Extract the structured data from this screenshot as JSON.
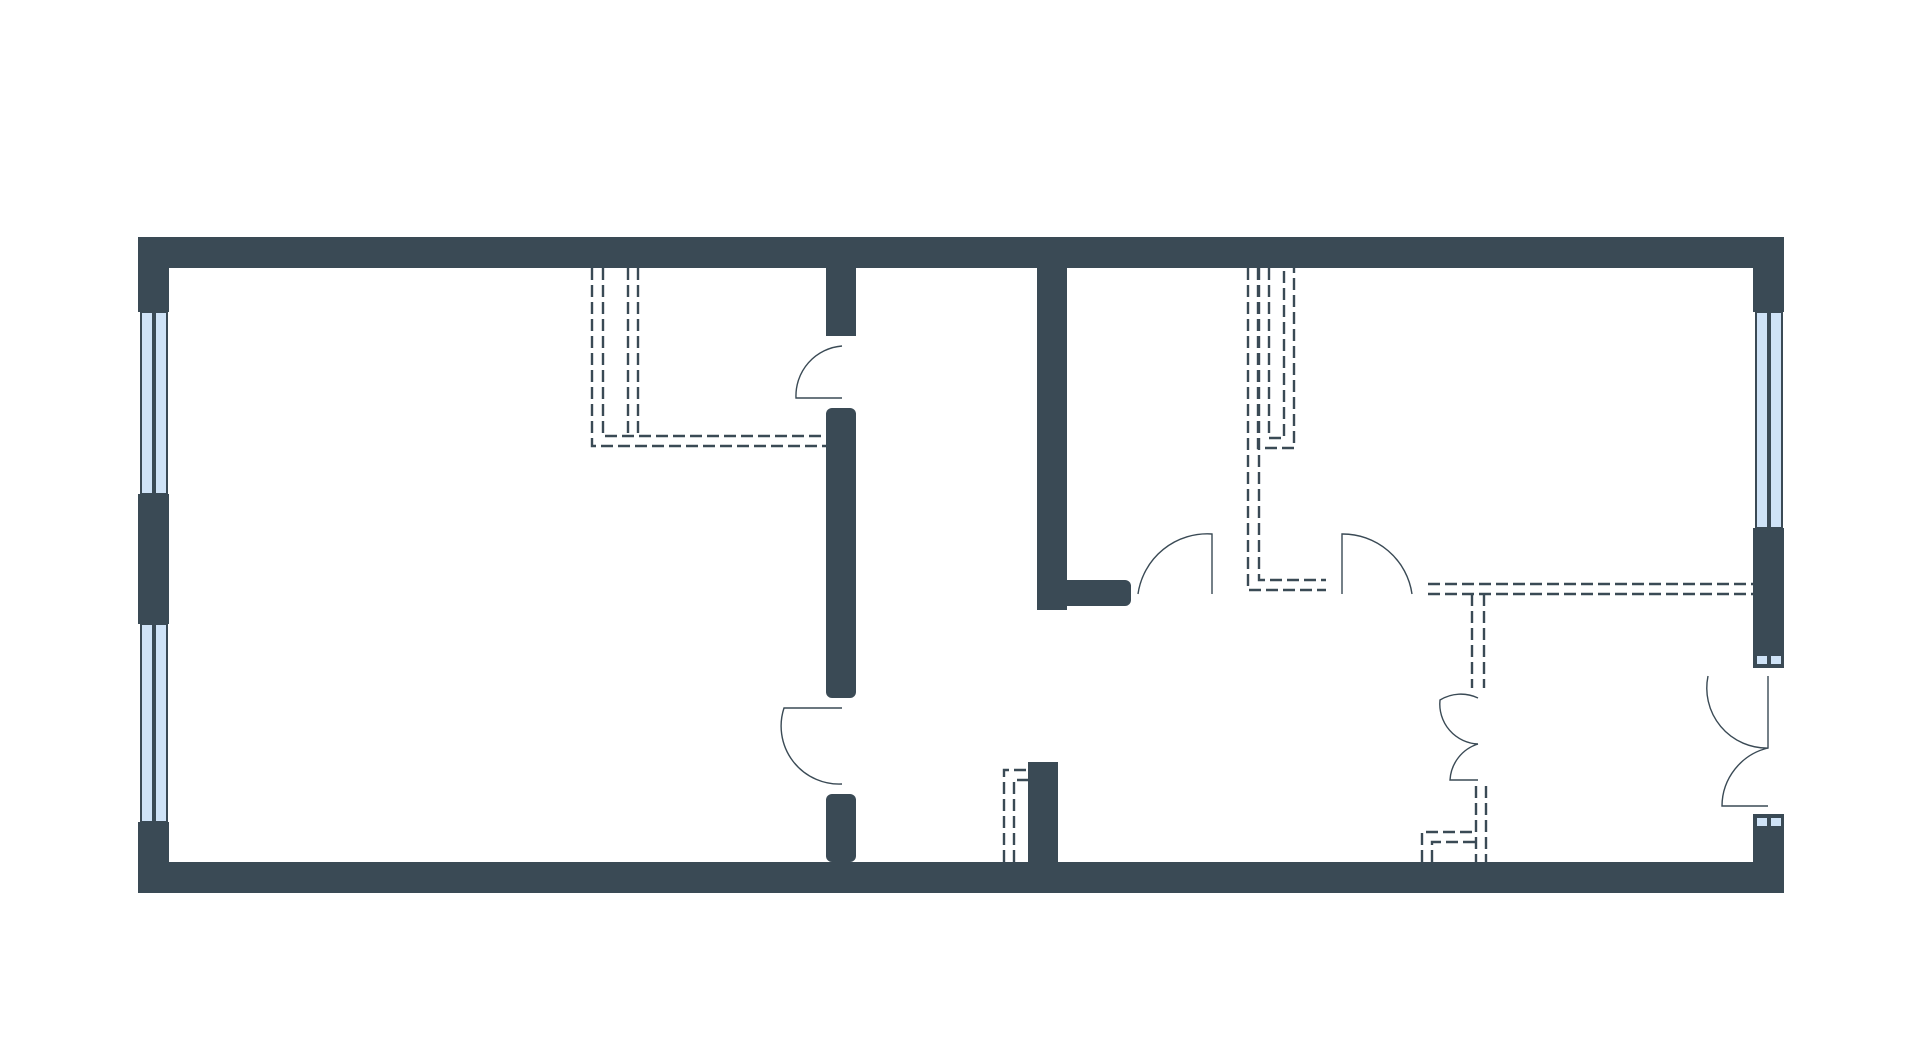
{
  "plan": {
    "colors": {
      "wall": "#3a4a55",
      "window_glass": "#cfe3f7",
      "partition_line": "#3a4a55",
      "background": "#ffffff"
    },
    "rooms": [
      {
        "id": "left-room"
      },
      {
        "id": "hallway"
      },
      {
        "id": "right-upper-room"
      },
      {
        "id": "right-lower-room"
      }
    ],
    "windows": 3,
    "doors": 7
  }
}
